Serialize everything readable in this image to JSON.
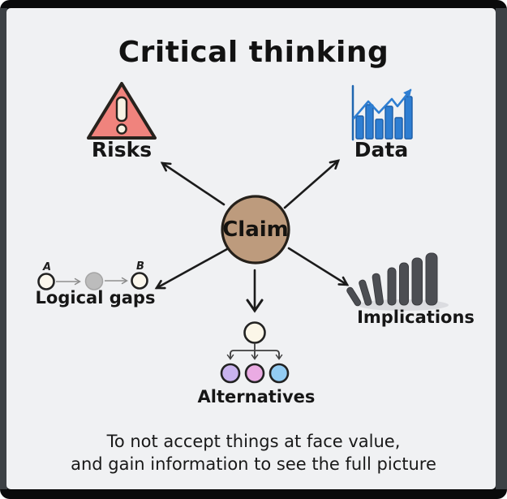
{
  "title": "Critical thinking",
  "claim": {
    "label": "Claim",
    "fill": "#bd9b7d"
  },
  "branches": {
    "risks": {
      "label": "Risks",
      "icon_color": "#f0837d"
    },
    "data": {
      "label": "Data",
      "icon_color": "#2e7ed2"
    },
    "logical_gaps": {
      "label": "Logical gaps",
      "point_a": "A",
      "point_b": "B"
    },
    "alternatives": {
      "label": "Alternatives",
      "option_colors": [
        "#c9b3ee",
        "#eaabe3",
        "#93ccf3"
      ]
    },
    "implications": {
      "label": "Implications",
      "icon_color": "#4c4e53"
    }
  },
  "footer": {
    "line1": "To not accept things at face value,",
    "line2": "and gain information to see the full picture"
  }
}
